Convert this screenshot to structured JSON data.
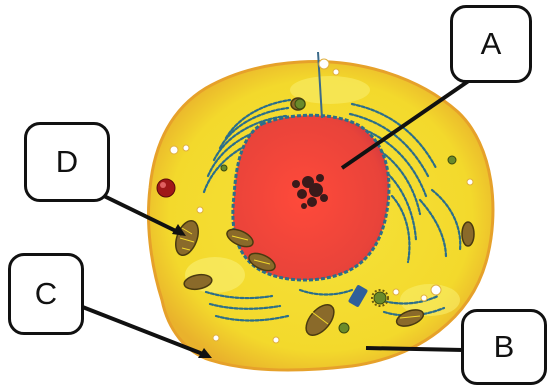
{
  "labels": {
    "a": "A",
    "b": "B",
    "c": "C",
    "d": "D"
  },
  "colors": {
    "cytoplasm": "#f4e034",
    "cell_edge": "#e0a02a",
    "nucleus": "#ee3e3a",
    "chromatin": "#3a1a1a",
    "endoplasmic_reticulum": "#2b6e8a",
    "mitochondria": "#8a6a2a",
    "pointer": "#111111"
  }
}
